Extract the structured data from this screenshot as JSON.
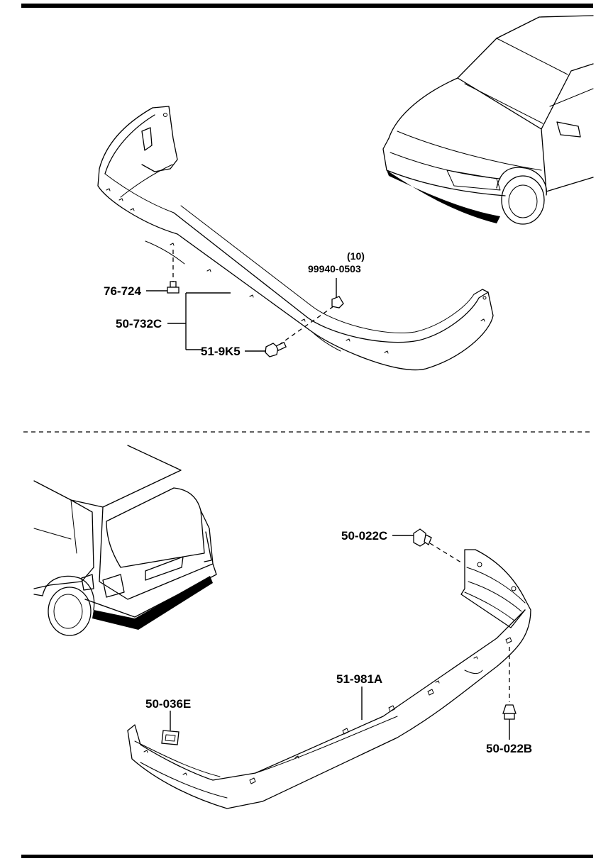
{
  "front_section": {
    "labels": {
      "p76_724": "76-724",
      "p50_732C": "50-732C",
      "p51_9K5": "51-9K5",
      "p99940_0503": "99940-0503",
      "qty_10": "(10)"
    }
  },
  "rear_section": {
    "labels": {
      "p50_022C": "50-022C",
      "p51_981A": "51-981A",
      "p50_036E": "50-036E",
      "p50_022B": "50-022B"
    }
  }
}
